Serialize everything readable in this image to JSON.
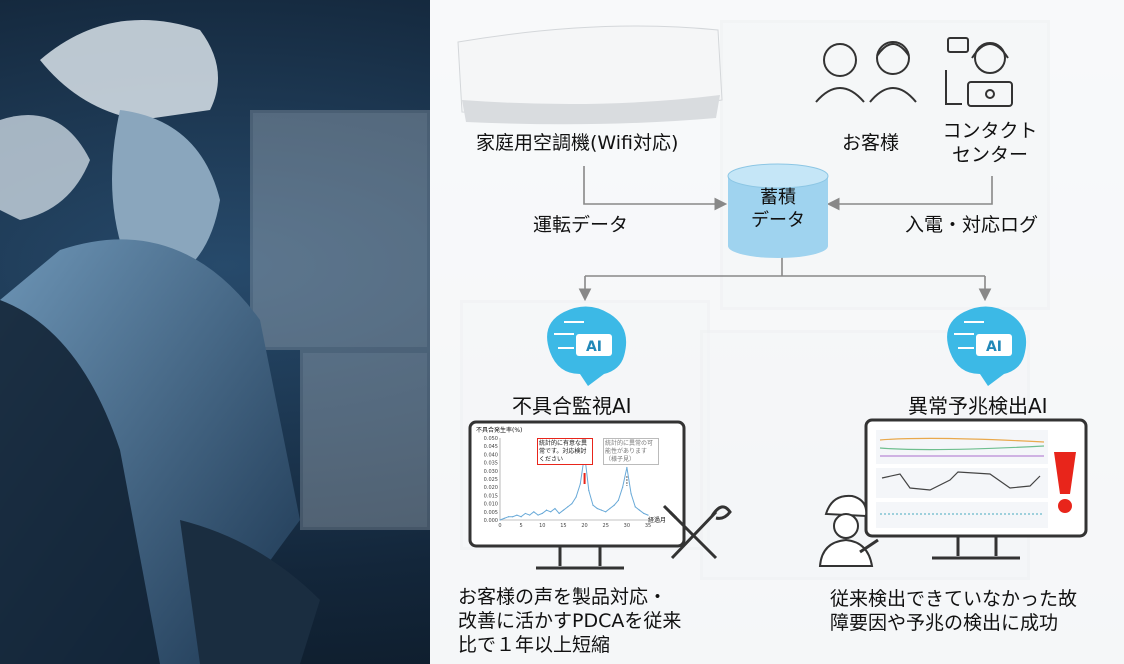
{
  "sources": {
    "aircon_label": "家庭用空調機(Wifi対応)",
    "customer_label": "お客様",
    "contact_center_line1": "コンタクト",
    "contact_center_line2": "センター"
  },
  "flows": {
    "operation_data": "運転データ",
    "call_log": "入電・対応ログ"
  },
  "storage": {
    "line1": "蓄積",
    "line2": "データ"
  },
  "ai_left": {
    "title": "不具合監視AI",
    "chart_title": "不具合発生率(%)",
    "annotation_red": "統計的に有意な異常です。対応検討ください",
    "annotation_gray": "統計的に異常の可能性があります（様子見）",
    "x_label": "経過月",
    "outcome_line1": "お客様の声を製品対応・",
    "outcome_line2": "改善に活かすPDCAを従来",
    "outcome_line3": "比で１年以上短縮"
  },
  "ai_right": {
    "title": "異常予兆検出AI",
    "outcome_line1": "従来検出できていなかった故",
    "outcome_line2": "障要因や予兆の検出に成功"
  },
  "chart_data": {
    "type": "line",
    "title": "不具合発生率(%)",
    "xlabel": "経過月",
    "ylabel": "",
    "x": [
      0,
      1,
      2,
      3,
      4,
      5,
      6,
      7,
      8,
      9,
      10,
      11,
      12,
      13,
      14,
      15,
      16,
      17,
      18,
      19,
      20,
      21,
      22,
      23,
      24,
      25,
      26,
      27,
      28,
      29,
      30,
      31,
      32,
      33,
      34,
      35
    ],
    "values": [
      0.0,
      0.001,
      0.002,
      0.002,
      0.003,
      0.002,
      0.004,
      0.003,
      0.005,
      0.003,
      0.004,
      0.006,
      0.005,
      0.007,
      0.004,
      0.006,
      0.008,
      0.01,
      0.014,
      0.022,
      0.04,
      0.018,
      0.009,
      0.007,
      0.006,
      0.005,
      0.007,
      0.009,
      0.012,
      0.02,
      0.032,
      0.016,
      0.008,
      0.006,
      0.004,
      0.003
    ],
    "xticks": [
      0,
      5,
      10,
      15,
      20,
      25,
      30,
      35
    ],
    "yticks": [
      0,
      0.005,
      0.01,
      0.015,
      0.02,
      0.025,
      0.03,
      0.035,
      0.04,
      0.045,
      0.05
    ],
    "ytick_labels": [
      "0.000",
      "0.005",
      "0.010",
      "0.015",
      "0.020",
      "0.025",
      "0.030",
      "0.035",
      "0.040",
      "0.045",
      "0.050"
    ],
    "ylim": [
      0,
      0.05
    ],
    "xlim": [
      0,
      35
    ],
    "color": "#6aaad8"
  },
  "colors": {
    "arrow": "#888888",
    "cylinder": "#9fd3ef",
    "cylinder_top": "#c5e6f7",
    "alert": "#e8251b",
    "ai_icon": "#3cb9e6"
  }
}
